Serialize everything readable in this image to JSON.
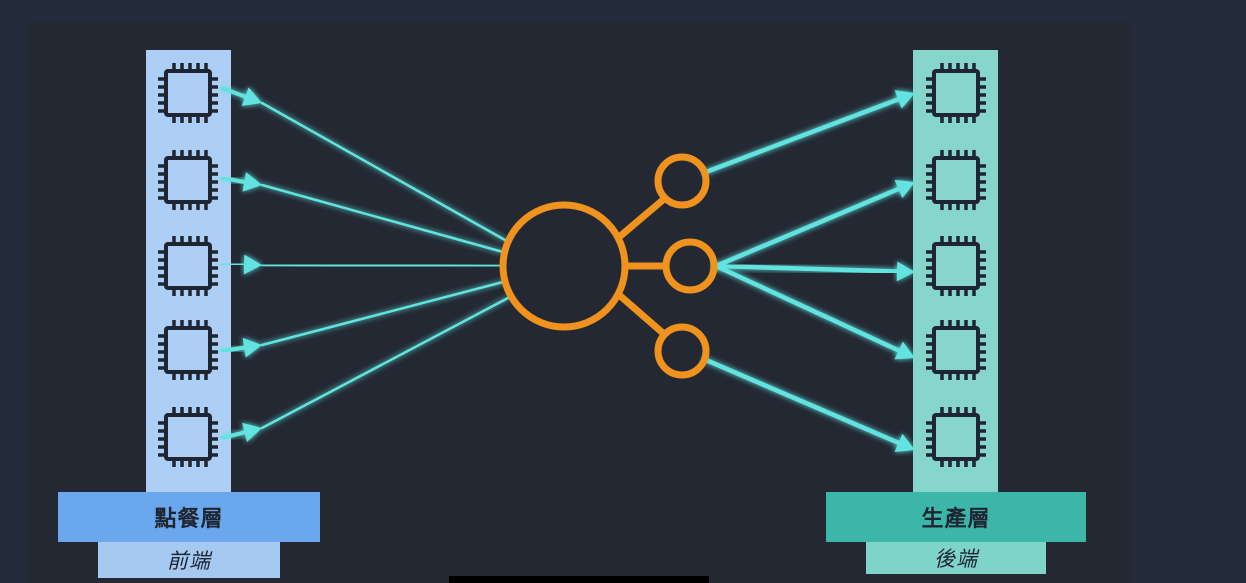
{
  "colors": {
    "page_bg": "#232b3b",
    "slide_bg": "#232833",
    "front_column": "#aecff5",
    "back_column": "#86d6cc",
    "arrow": "#62e3e0",
    "broker": "#f0921e",
    "chip": "#1f2533"
  },
  "front": {
    "title": "點餐層",
    "subtitle": "前端",
    "icon": "cpu-chip-icon",
    "chip_count": 5
  },
  "back": {
    "title": "生產層",
    "subtitle": "後端",
    "icon": "cpu-chip-icon",
    "chip_count": 5
  },
  "broker": {
    "icon": "message-broker-icon",
    "output_count": 3
  }
}
